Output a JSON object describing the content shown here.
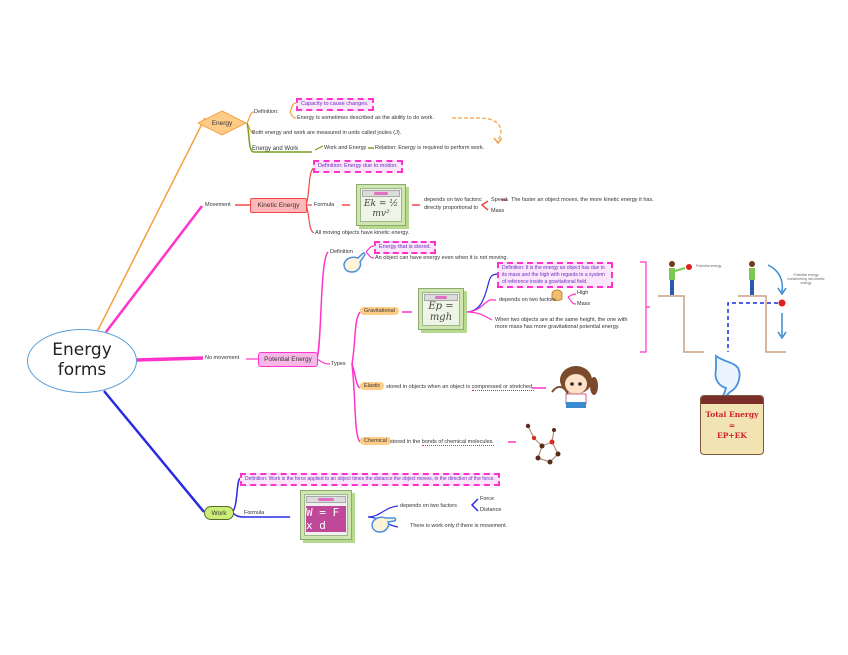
{
  "central": {
    "line1": "Energy",
    "line2": "forms"
  },
  "colors": {
    "energy_branch": "#f5a040",
    "movement_branch": "#ff33cc",
    "potential_branch": "#ff33cc",
    "work_branch": "#2a2ae0",
    "green": "#7aa020",
    "kinetic_red": "#f04848"
  },
  "energy": {
    "label": "Energy",
    "definition_label": "Definition:",
    "definition_box": "Capacity to cause changes.",
    "definition_alt": "Energy is sometimes described as the ability to do work.",
    "units": "Both energy and work are measured in units called joules (J).",
    "energy_and_work_label": "Energy and Work",
    "work_and_energy": "Work and Energy",
    "relation": "Relation: Energy is required to perform work."
  },
  "movement": {
    "label": "Movement",
    "kinetic_label": "Kinetic Energy",
    "definition_box": "Definition: Energy due to motion.",
    "formula_label": "Formula",
    "formula": "Ek = ½ mv²",
    "depends": "depends on two factors:",
    "directly": "directly proportional to",
    "factor_speed": "Speed",
    "factor_mass": "Mass",
    "speed_note": "The faster an object moves, the more kinetic energy it has.",
    "all_moving": "All moving objects have kinetic energy."
  },
  "no_movement": {
    "label": "No movement",
    "potential_label": "Potential Energy",
    "definition_label": "Definition",
    "definition_box": "Energy that is stored.",
    "definition_note": "An object can have energy even when it is not moving.",
    "types_label": "Types",
    "gravitational": {
      "label": "Gravitational",
      "formula": "Ep = mgh",
      "definition_box": "Definition: It is the energy an object has due to its mass and the high with regards to a system of reference inside a gravitational field.",
      "depends": "depends on two factors",
      "factor_high": "High",
      "factor_mass": "Mass",
      "note_line1": "When two objects are at the same height, the one with",
      "note_line2": "more mass has more gravitational potential energy."
    },
    "elastic": {
      "label": "Elastic",
      "text": "stored in objects when an object is ",
      "underlined": "compressed or stretched."
    },
    "chemical": {
      "label": "Chemical",
      "text": "stored in the ",
      "underlined": "bonds of chemical molecules."
    },
    "illustration": {
      "label_potential": "Potential energy",
      "label_transform": "Potential energy transforming into kinetic energy"
    },
    "total_energy": {
      "line1": "Total Energy",
      "line2": "=",
      "line3": "EP+EK"
    }
  },
  "work": {
    "label": "Work",
    "definition_box": "Definition: Work is the force applied to an object times the distance the object moves, in the direction of the force.",
    "formula_label": "Formula",
    "formula": "W = F x d",
    "depends": "depends on two factors",
    "factor_force": "Force",
    "factor_distance": "Distance",
    "note": "There is work only if there is movement."
  }
}
